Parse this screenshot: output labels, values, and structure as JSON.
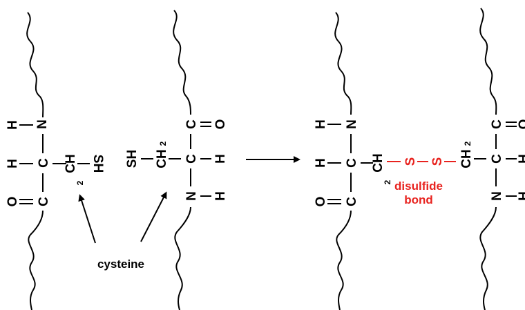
{
  "colors": {
    "ink": "#000000",
    "disulfide": "#e8231f"
  },
  "atoms": {
    "h": "H",
    "n": "N",
    "c": "C",
    "o": "O",
    "s": "S",
    "sh": "SH",
    "ch": "CH",
    "two": "2"
  },
  "labels": {
    "cysteine": "cysteine",
    "disulfide_line1": "disulfide",
    "disulfide_line2": "bond"
  },
  "icons": {
    "reaction_arrow": "arrow-right-icon",
    "pointer_arrow": "arrow-up-icon"
  }
}
